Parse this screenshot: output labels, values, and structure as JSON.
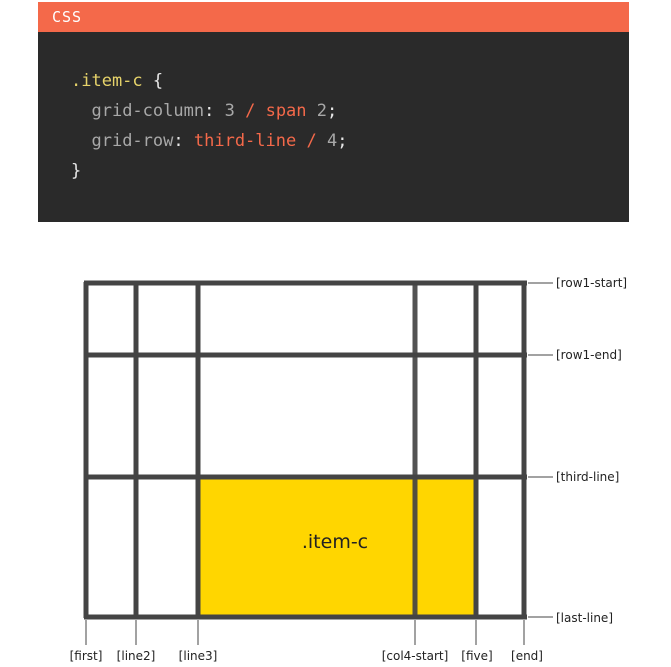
{
  "code": {
    "lang_label": "CSS",
    "selector": ".item-c",
    "open_brace": "{",
    "close_brace": "}",
    "line1": {
      "prop": "grid-column",
      "colon": ":",
      "start": "3",
      "slash": "/",
      "span": "span",
      "count": "2",
      "semi": ";"
    },
    "line2": {
      "prop": "grid-row",
      "colon": ":",
      "start": "third-line",
      "slash": "/",
      "end": "4",
      "semi": ";"
    }
  },
  "diagram": {
    "item_label": ".item-c",
    "item_color": "#ffd600",
    "line_color": "#444444",
    "row_labels": [
      "[row1-start]",
      "[row1-end]",
      "[third-line]",
      "[last-line]"
    ],
    "col_labels": [
      "[first]",
      "[line2]",
      "[line3]",
      "[col4-start]",
      "[five]",
      "[end]"
    ]
  }
}
